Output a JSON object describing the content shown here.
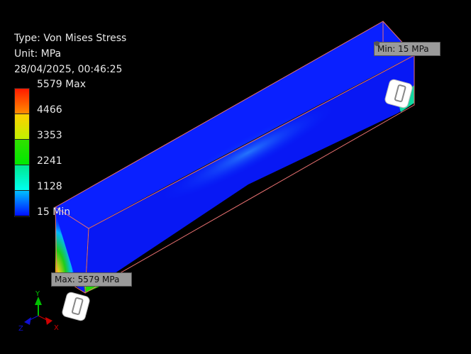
{
  "result": {
    "type_label": "Type: Von Mises Stress",
    "unit_label": "Unit: MPa",
    "timestamp": "28/04/2025, 00:46:25"
  },
  "legend": {
    "labels": [
      "5579 Max",
      "4466",
      "3353",
      "2241",
      "1128",
      "15 Min"
    ],
    "colors": [
      "#ff2a00",
      "#ffd400",
      "#1edc00",
      "#00e8a0",
      "#00b8ff",
      "#0018ff"
    ]
  },
  "probes": {
    "min": "Min: 15 MPa",
    "max": "Max: 5579 MPa"
  },
  "triad": {
    "x": "X",
    "y": "Y",
    "z": "Z"
  }
}
